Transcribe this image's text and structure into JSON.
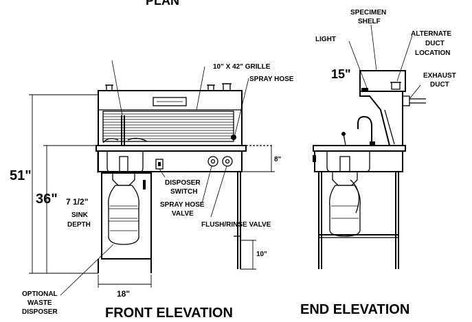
{
  "header_partial": "PLAN",
  "front": {
    "title": "FRONT ELEVATION",
    "grille": "10\" X 42\" GRILLE",
    "spray_hose": "SPRAY HOSE",
    "dim_51": "51\"",
    "dim_36": "36\"",
    "sink_depth_1": "7 1/2\"",
    "sink_depth_2": "SINK",
    "sink_depth_3": "DEPTH",
    "dim_8": "8\"",
    "dim_10": "10\"",
    "dim_18": "18\"",
    "disposer_switch_1": "DISPOSER",
    "disposer_switch_2": "SWITCH",
    "spray_valve_1": "SPRAY HOSE",
    "spray_valve_2": "VALVE",
    "flush_valve": "FLUSH/RINSE VALVE",
    "waste_1": "OPTIONAL",
    "waste_2": "WASTE",
    "waste_3": "DISPOSER"
  },
  "end": {
    "title": "END ELEVATION",
    "specimen_1": "SPECIMEN",
    "specimen_2": "SHELF",
    "light": "LIGHT",
    "alt_duct_1": "ALTERNATE",
    "alt_duct_2": "DUCT",
    "alt_duct_3": "LOCATION",
    "exhaust_1": "EXHAUST",
    "exhaust_2": "DUCT",
    "dim_15": "15\""
  }
}
